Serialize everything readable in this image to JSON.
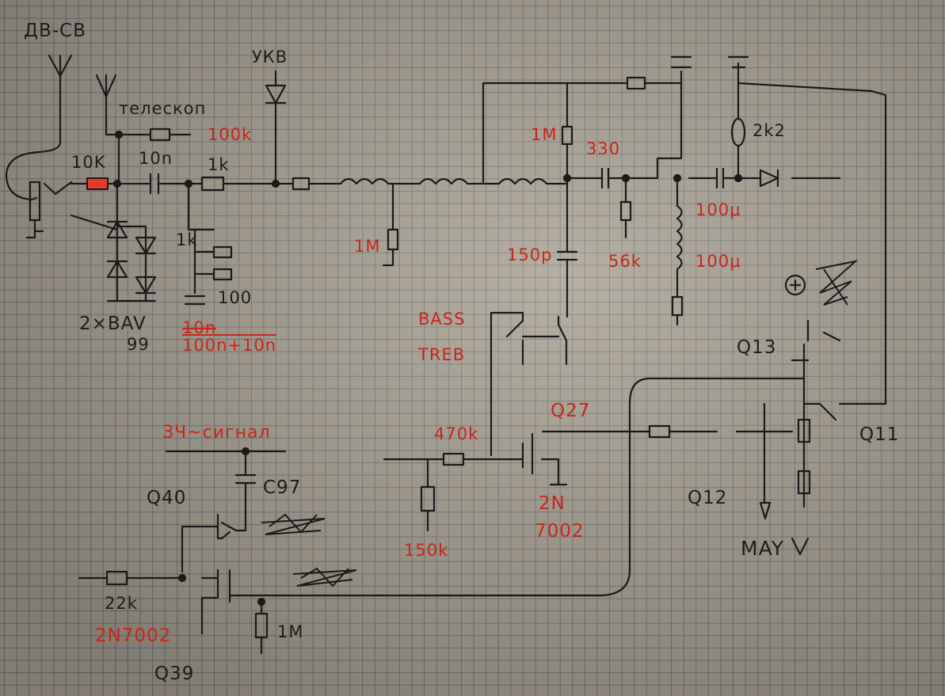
{
  "colors": {
    "ink": "#1c1c1c",
    "red_ink": "#c8261c",
    "paper": "#9e978b",
    "grid": "#464b5f"
  },
  "labels": {
    "antenna_lw_mw": "ДВ-СВ",
    "telescope": "телескоп",
    "vhf": "УКВ",
    "r_10k_left": "10K",
    "r_100k": "100k",
    "c_10n": "10n",
    "r_1k_top": "1k",
    "r_1k_mid": "1k",
    "r_100": "100",
    "diodes": "2×BAV",
    "diodes_num": "99",
    "c_10n_struck": "10n",
    "c_100n_10n": "100n+10n",
    "r_1m_left": "1M",
    "r_1m_top": "1M",
    "r_330": "330",
    "c_150p": "150p",
    "r_56k": "56k",
    "r_2k2": "2k2",
    "l_100u_a": "100μ",
    "l_100u_b": "100μ",
    "bass": "BASS",
    "treb": "TREB",
    "q13": "Q13",
    "q27": "Q27",
    "q11": "Q11",
    "q12": "Q12",
    "r_470k": "470k",
    "r_150k": "150k",
    "q27_type_a": "2N",
    "q27_type_b": "7002",
    "may": "MAY",
    "zch_signal": "ЗЧ~сигнал",
    "q40": "Q40",
    "c97": "C97",
    "r_22k": "22k",
    "q39_type": "2N7002",
    "q39": "Q39",
    "r_1m_bottom": "1M"
  }
}
